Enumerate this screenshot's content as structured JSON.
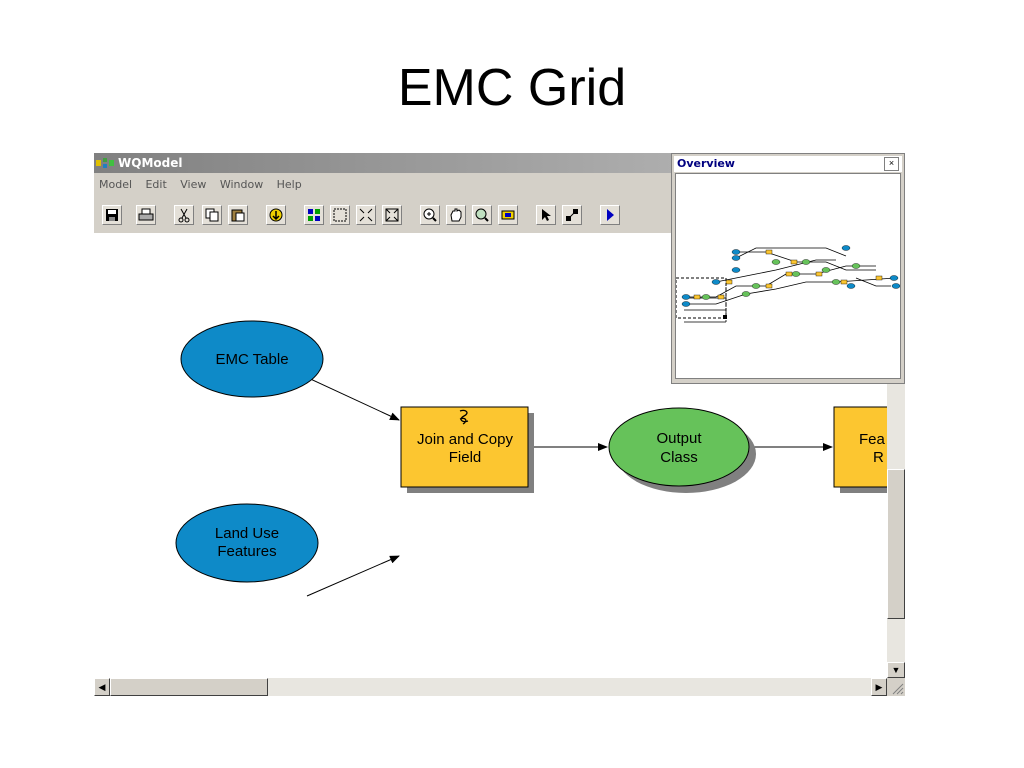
{
  "slide": {
    "title": "EMC Grid"
  },
  "window": {
    "title": "WQModel"
  },
  "menu": [
    "Model",
    "Edit",
    "View",
    "Window",
    "Help"
  ],
  "toolbar": {
    "buttons": [
      "save-icon",
      "print-icon",
      "cut-icon",
      "copy-icon",
      "paste-icon",
      "add-data-icon",
      "grid-icon",
      "select-all-icon",
      "shrink-icon",
      "expand-icon",
      "zoom-in-icon",
      "pan-icon",
      "zoom-tool-icon",
      "full-extent-icon",
      "pointer-icon",
      "connect-icon",
      "run-icon"
    ]
  },
  "diagram": {
    "nodes": {
      "emc_table": "EMC Table",
      "land_use_line1": "Land Use",
      "land_use_line2": "Features",
      "join_line1": "Join and Copy",
      "join_line2": "Field",
      "output_line1": "Output",
      "output_line2": "Class",
      "feature_line1": "Fea",
      "feature_line2": "R"
    },
    "colors": {
      "data_node": "#0e8ac8",
      "process_node": "#fcc630",
      "output_node": "#66c25a"
    }
  },
  "overview": {
    "title": "Overview",
    "close": "×"
  }
}
